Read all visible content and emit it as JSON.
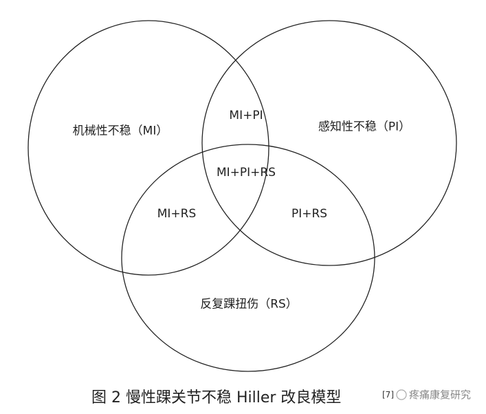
{
  "diagram": {
    "circles": [
      {
        "id": "MI",
        "label": "机械性不稳（MI）"
      },
      {
        "id": "PI",
        "label": "感知性不稳（PI）"
      },
      {
        "id": "RS",
        "label": "反复踝扭伤（RS）"
      }
    ],
    "intersections": {
      "mi_pi": "MI+PI",
      "mi_pi_rs": "MI+PI+RS",
      "mi_rs": "MI+RS",
      "pi_rs": "PI+RS"
    },
    "stroke_color": "#222222"
  },
  "caption": "图 2 慢性踝关节不稳 Hiller 改良模型",
  "reference": "[7]",
  "watermark": "疼痛康复研究"
}
